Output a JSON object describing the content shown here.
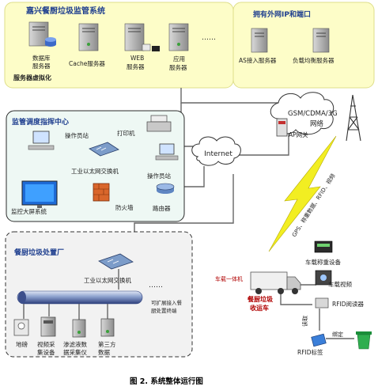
{
  "top_panel": {
    "title": "嘉兴餐厨垃圾监管系统",
    "servers": {
      "database": [
        "数据库",
        "服务器"
      ],
      "cache": "Cache服务器",
      "web": [
        "WEB",
        "服务器"
      ],
      "app": [
        "应用",
        "服务器"
      ]
    },
    "virtualization": "服务器虚拟化",
    "ellipsis": "……"
  },
  "ip_panel": {
    "title": "拥有外网IP和端口",
    "as_server": "AS接入服务器",
    "lb_server": "负载均衡服务器"
  },
  "control_center": {
    "title": "监管调度指挥中心",
    "workstation_1": "操作员站",
    "printer": "打印机",
    "switch": "工业以太网交换机",
    "workstation_2": "操作员站",
    "screen": "监控大屏系统",
    "firewall": "防火墙",
    "router": "路由器"
  },
  "network": {
    "internet": "Internet",
    "mobile": [
      "GSM/CDMA/3G",
      "网络"
    ],
    "gateway": "AP网关",
    "link_label": "GPS、称重数据、RFID、视频"
  },
  "plant": {
    "title": "餐厨垃圾处置厂",
    "switch": "工业以太网交换机",
    "ellipsis": "……",
    "expand_note": [
      "可扩展接入餐",
      "厨处置终端"
    ],
    "devices": {
      "scale": "地磅",
      "video": [
        "视频采",
        "集设备"
      ],
      "leachate": [
        "渗滤液数",
        "据采集仪"
      ],
      "third": [
        "第三方",
        "数据"
      ]
    }
  },
  "truck": {
    "terminal": "车载一体机",
    "name": [
      "餐厨垃圾",
      "收运车"
    ],
    "weighing": "车载称重设备",
    "video": "车载视频",
    "rfid_reader": "RFID阅读器",
    "read": "读取",
    "bind": "绑定",
    "rfid_tag": "RFID标签"
  },
  "caption": "图 2. 系统整体运行图"
}
